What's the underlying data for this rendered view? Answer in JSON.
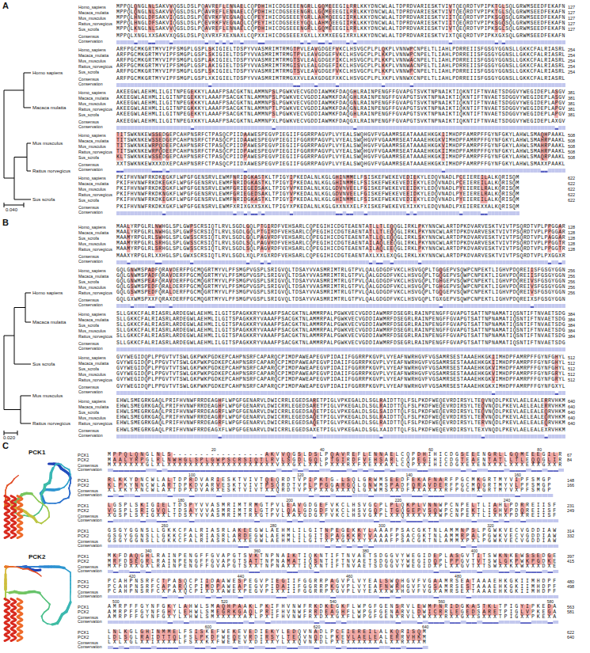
{
  "diagram": {
    "labels": [
      "A",
      "Homo sapiens",
      "Macaca mulatta",
      "Mus musculus",
      "Rattus norvegicus",
      "Sus scrofa",
      "0.040",
      "Homo_sapiens",
      "MPPQLQNGLNLSAKVVQGSLDSLPQAVREFLENNAELCQPDHIHICDGSEEENGRLLGQMEEEGILRRLKKYDNCWLALTDPRDVARIESKTVIVTQEQRDTVPIPKTGLSQLGRWMSEEDFEKAFN",
      "127",
      "Macaca_mulatta",
      "MPPQLQNGLNLSAKVVQGSLDSLPQAVREFLENNAELCQPDHIHICDGSEEENGRLLGQMEEEGILRRLKKYDNCWLALTDPRDVARIESKTVIVTQEQRDTVPIPKTGLSQLGRWMSEEDFEKAFN",
      "127",
      "Mus_musculus",
      "MPPQLHNGLDFSAKVIQGSLDSLPQEVRKFVEGNAQLCQPEYIHICDGSEEEYGRLLAHMQEEGIIRKLKKYDNCWLALTDPRDVARIESKTVIITQEQRDTVPIPKSGQSQLGRWMSEEDFEKAFN",
      "127",
      "Rattus_norvegicus",
      "MPPQLHNGLDFSAKVIQGSLDSLPQEVRKFVEGNAQLCQPEYIHICDGSEEEYGQLLAHMQEEGIIRKLKKYDNCWLALTDPRDVARIESKTVIITQEQRDTVPIPKSGQSQLGRWMSEEDFEKAFN",
      "127",
      "Sus_scrofa",
      "MPPQLKNGLNLSAKVVQGSLDSLPQAVREFLENNAELCQPDHIHICDGSEEENGRLLGQMEEEGILRRLKKYDNCWLALTDPRDVARIESKTVIVTQEQRDTVPIPKSGLSQLGRWMSEEDFEKAFN",
      "127",
      "Consensus",
      "MPPQLXNGLXXSAKVXQGSLDSLPQXVRXFXEXNAXLCQPXXIHICDGSEEEXGXLLXXMXEEGIXRXLKKYDNCWLALTDPRDVARIESKTVIXTQEQRDTVPIPKXGXSQLGRWMSEEDFEKAFN",
      "Conservation",
      "Homo_sapiens",
      "ARFPGCMKGRTMYVIPFSMGPLGSPLSKIGIELTDSPYVVASMRIMTRMGTPVLEAVGDGEFVKCLHSVGCPLPLQKPLVNNWPCNPELTLIAHLPDRREIISFGSGYGGNSLLGKKCFALRIASRL",
      "254",
      "Macaca_mulatta",
      "ARFPGCMKGRTMYVIPFSMGPLGSPLSKIGIELTDSPYVVASMRIMTRMGTPVLEAVGDGEFVKCLHSVGCPLPLKKPLVNNWPCNPELTLIAHLPDRREIISFGSGYGGNSLLGKKCFALRIASRL",
      "254",
      "Mus_musculus",
      "ARFPGCMKGRTMYVIPFSMGPLGSPLAKIGIELTDSPYVVASMRIMTRMGTSVLEALGDGEFIKCLHSVGCPLPLKKPLVNNWACNPELTLIAHLPDRREIISFGSGYGGNSLLGKKCFALRIASRL",
      "254",
      "Rattus_norvegicus",
      "ARFPGCMKGRTMYVIPFSMGPLGSPLAKIGIELTDSPYVVASMRIMTRMGISVLEALGDGEFIKCLHSVGCPLPLKKPLVNNWACNPELTLIAHLPDRREIISFGSGYGGNSLLGKKCFALRIASRL",
      "254",
      "Sus_scrofa",
      "ARFPGCMKGRTMYVIPFSMGPLGSPLSKIGIELTDSPYVVASMRIMTRMGTSVLEAVGDGEFVKCLHSVGCPLPLKKPLVNNWPCNPELTLIAHLPDRREIISFGSGYGGNSLLGKKCFALRIASRL",
      "254",
      "Consensus",
      "ARFPGCMKGRTMYVIPFSMGPLGSPLXKIGIELTDSPYVVASMRIMTRMGXXVLEAXGDGEFXKCLHSVGCPLPLXKPLVNNWXCNPELTLIAHLPDRREIISFGSGYGGNSLLGKKCFALRIASRL",
      "Conservation",
      "Homo_sapiens",
      "AKEEGWLAEHMLILGITNPEGEKKYLAAAFPSACGKTNLAMMNPSLPGWKVECVGDDIAWMKFDAQGHLRAINPENGFFGVAPGTSVKTNPNAIKTIQKNTIFTNVAETSDGGVYWEGIDEPLASGV",
      "381",
      "Macaca_mulatta",
      "AKEEGWLAEHMLILGITNPEGEKKYLAAAFPSACGKTNLAMMNPSLPGWKVECVGDDIAWMKFDAQGHLRAINPENGFFGVAPGTSVKTNPNAIKTIQKNTIFTNVAETSDGGVYWEGIDEPLASGV",
      "381",
      "Mus_musculus",
      "AKEEGWLAEHMLILGITNPEGKKKYLAAAFPSACGKTNLAMMNPSLPGWKVECVGDDIAWMKFDAQGNLRAINPENGFFGVAPGTSVKTNPNAIKTIQKNTIFTNVAETSDGGVYWEGIDEPLAPGV",
      "381",
      "Rattus_norvegicus",
      "AKEEGWLAEHMLILGITNPEGKKKYLAAAFPSACGKTNLAMMNPTLPGWKVECVGDDIAWMKFDAQGNLRAINPENGFFGVAPGTSVKTNPNAIKTIQKNTIFTNVAETSDGGVYWEGIDEPLAPGV",
      "381",
      "Sus_scrofa",
      "AKEEGWLAEHMLILGITNPEGEKKYLAAAFPSACGKTNLAMMNPSLPGWKVECVGDDIAWMKFDAQGHLRAINPENGFFGVAPGTSVKTNPNAIKTIQKNTIFTNVAETSDGGVYWEGIDEPLAPGV",
      "381",
      "Consensus",
      "AKEEGWLAEHMLILGITNPEGXKKYLAAAFPSACGKTNLAMMNPXLPGWKVECVGDDIAWMKFDAQGXLRAINPENGFFGVAPGTSVKTNPNAIKTIQKNTIFTNVAETSDGGVYWEGIDEPLAXGV",
      "Conservation",
      "Homo_sapiens",
      "TITSWKNKEWSSEDGEPCAHPNSRFCTPASQCPIIDAAWESPEGVPIEGIIFGGRRPAGVPLVYEALSWQHGVFVGAAMRSEATAAAEHKGKIIMHDPFAMRPFFGYNFGKYLAHWLSMAQHPAAKL",
      "508",
      "Macaca_mulatta",
      "TITSWKNKEWSSEDGEPCAHPNSRFCTPASQCPIIDAAWESPEGVPIEGIIFGGRRPAGVPLVYEALSWQHGVFVGAAMRSEATAAAEHKGKVIMHDPFAMRPFFGYNFGKYLAHWLSMAHRPAAKL",
      "508",
      "Mus_musculus",
      "TITSWKNKEWRPQDEEPCAHPNSRFCTPASQCPIIDPAWESPEGVPIEGIIFGGRRPAGVPLVYEALSWQHGVFVGAAMRSEATAAAEHKGKVIMHDPFAMRPFFGYNFGKYLAHWLSMAHRPAAKL",
      "508",
      "Rattus_norvegicus",
      "TITSWKNKEWRPQDEEPCAHPNSRFCTPASQCPIIDPAWESPEGVPIEGIIFGGRRPAGVPLVYEALSWQHGVFVGAAMRSEATAAAEHKGKIIMHDPFAMRPFFGYNFGKYLAHWLSMAHRPAAKL",
      "508",
      "Sus_scrofa",
      "KLTSWKNKEWSSEDGEPCAHPNSRFCTPASQCPIIDPAWESPEGVPIEGIIFGGRRPAGVPLVYEALSWQHGVFVGAAMRSEATAAAEHKGKIIMHDPFAMRPFFGYNFGKYLAHWLSMAQRPAAKL",
      "508",
      "Consensus",
      "XXTSWKNKEWXXXDXEPCAHPNSRFCTPASQCPIIDXAWESPEGVPIEGIIFGGRRPAGVPLVYEALSWQHGVFVGAAMRSEATAAAEHKGKXIMHDPFAMRPFFGYNFGKYLAHWLSMAXXPAAKL",
      "Conservation",
      "Homo_sapiens",
      "PKIFHVNWFRKDKEGKFLWPGFGENSRVLEWMFNRIDGKASTKLTPIGYIPKEDALNLKGLGHINMMELFSISKEFWEKEVEDIEKYLEDQVNADLPCEIEREILALKQRISQM",
      "622",
      "Macaca_mulatta",
      "PKIFHVNWFRKDKEGKFLWPGFGENSRVLEWMFNRIDGKASTKLTPIGYIPKEDALNLKGLGHINMMELFSISKEFWEKEVEDIEKYLEDQVNADLPCEIEREILALKQRISQM",
      "622",
      "Mus_musculus",
      "PKIFHVNWFRKDKDGKFLWPGFGENSRVLEWMFGRIEGEDSAKLTPIGYVPKEDALNLKGLGDVNVEELFGISKEFWEKEVEEIDKYLEDQVNADLPYEIERELRALKQRISQM",
      "622",
      "Rattus_norvegicus",
      "PKIFHVNWFRKDKNGKFLWPGFGENSRVLEWMFGRIEGEDSAKLTPIGYVPKEDALNLKGLGDVNVEELFGISKEFWEKEVEEIDKYLEDQVNADLPYEIERELRALKQRISQM",
      "622",
      "Sus_scrofa",
      "PKIFHVNWFRKDKEGKFLWPGFGENSRVLEWMFNRIDGKASTKLTPIGYIPKEDALNLKGLGHINMMELFSISKEFWEKEVEDIEKYLEDQVNADLPYEIEREILALKQRISQM",
      "622",
      "Consensus",
      "PKIFHVNWFRKDKXGKFLWPGFGENSRVLEWMFXRIXGXXSXKLTPIGYXPKEDALNLKGLGXXNXXELFXISKEFWEKEVEXIXKYLEDQVNADLPXEIEREXXALKQRISQM",
      "Conservation",
      "B",
      "Homo sapiens",
      "Macaca mulatta",
      "Sus scrofa",
      "Mus musculus",
      "Rattus norvegicus",
      "0.020",
      "Homo_sapiens",
      "MAALYRPGLRLNWHGLSPLGWPSCRSIQTLRVLSGDLGQLPTGIRDFVEHSARLCQPEGIHICDGTEAENTATLLTLEQQGLIRKLPKYNNCWLARTDPKDVARVESKTVIVTPSQRDTVPLPPGGAR",
      "128",
      "Macaca_mulatta",
      "MAALYRPGLRLNWHGLSPLGWPSCRSIQTLRVLSGDLGQLPTGIRDFVEHSARLCQPEGIHICDGTEAENTATLLTLEQQGLIRKLPKYNNCWLARTDPKDVARVESKTVIVTPSQRDTVPLPPGGAR",
      "128",
      "Sus_scrofa",
      "MAAMYRPGLRLSWHGLSPLGWSSCRSIQTLRVLSGDLGQLPAGVRDFVEHSARLCQPEGIHICDGTEAENTATLLQLEQQGLIRKLSKYNNCWLARTDPKDVARVESKTVIVTPSQRDTVPLPAGGAR",
      "128",
      "Mus_musculus",
      "MAAMYRPGLRLSRHGLSPLGWSSCRSIQTLRVLSGDLSQLPAGVRDFVEHSARLCQPEGIHICDGTEAENTAILAQLEEQGLIRKLPKYNNCWLARTDPKDVARVESKTVIVTPSQRDTVPLPPGGTR",
      "128",
      "Rattus_norvegicus",
      "MAAMYRPGLRLSRHGLSPLGWSSCRSIQTLRVLSGDLSQLPAGVRDFVEHSARLCQPEGIHICDGTEAENTAILAQLEEQGLIRKLPKYNNCWLARTDPKDVARVESKTVIVTPSQRDTVPLPPGGTR",
      "128",
      "Consensus",
      "MAAXYRPGLRLXXHGLSPLGWXSCRSIQTLRVLSGDLXQLPXGXRDFVEHSARLCQPEGIHICDGTEAENTAXLXXLEXQGLIRKLXKYNNCWLARTDPKDVARVESKTVIVTPSQRDTVPLPXGGXR",
      "Conservation",
      "Homo_sapiens",
      "GQLGNWMSPADFQRAVDERFPGCMQGRTMYVLPFSMGPVGSPLSRIGVQLTDSAYVVASMRIMTRLGTPVLQALGDGDFVKCLHSVGQPLTGQGEPVSQWPCNPEKTLIGHVPDQREIISFGSGYGGN",
      "256",
      "Macaca_mulatta",
      "GQLGNWMSPADFQRAVDERFPGCMQGRTMYVLPFSMGPVGSPLSRIGVQLTDSAYVVASMRIMTRLGTPVLQALGDGDFVKCLHSVGQPLTGQGEPVSQWPCNPEKTLIGHVPDQREIISFGSGYGGN",
      "256",
      "Sus_scrofa",
      "GQLGNWMSPEAFQRAVDERFPGCMQGRTMYVLPFSMGPVGSPLSRIGVQLTDSAYVVASMRIMTRLGTPVLQALGDGDFVKCLHSVGQPLTGHGEPVSQWPCNPEKTLIGHVPDQREIVSFGSGYGGN",
      "256",
      "Mus_musculus",
      "GQLGSWMSPEDFQRALDERFPGCMQGRTMYVLPFSMGPVGSPLSRIGVQLTDSAYVVASMRIMTRLGTPVLQALGDGDFVKCLHSVGQPLTGHGEPVSQWPCNPEKTLIGHVPDQREIVSFGSGYGGN",
      "256",
      "Rattus_norvegicus",
      "GQLGSWMSPEDFQRALDERFPGCMQGRTMYVLPFSMGPVGSPLSRIGVQLTDSAYVVASMRIMTRLGTPVLQALGDGDFVKCLHSVGQPLTGQGEPVSQWPCNPEKTLIGHVPDQREIVSFGSGYGGN",
      "256",
      "Consensus",
      "GQLGXWMSPXXFQRAXDERFPGCMQGRTMYVLPFSMGPVGSPLSRIGVQLTDSAYVVASMRIMTRLGTPVLQALGDGDFVKCLHSVGQPLTGXGEPVSQWPCNPEKTLIGHVPDQREIXSFGSGYGGN",
      "Conservation",
      "Homo_sapiens",
      "SLLGKKCFALRIASRLARDEGWLAEHMLILGITSPAGKKRYVAAAFPSACGKTNLAMMRPALPGWKVECVGDDIAWMRFDSEGRLRAINPENGFFGVAPGTSATTNPNAMATIQSNTIFTNVAETSDG",
      "384",
      "Macaca_mulatta",
      "SLLGKKCFALRIASRLARDEGWLAEHMLILGITSPAGKKRYVAAAFPSACGKTNLAMMRPALPGWKVECVGDDIAWMRFDSEGRLRAINPENGFFGVAPGTSATTNPNAMATIQSNTIFTNVAETSDG",
      "384",
      "Sus_scrofa",
      "SLLGKKCFALRIASRLARDEGWLAEHMLILGITSPAGKKRYVAAAFPSACGKTNLAMMRPALPGWKVECVGDDIAWMRFDSEGRLRAINPENGFFGVAPGTSATTNPNAMATIQSNTIFTNVAETSDG",
      "384",
      "Mus_musculus",
      "SLLGKKCFALRIASRLARDEGWLAEHMLILGITSPAGKKRYVAAAFPSACGKTNLAMMRPALPGWKVECVGDDIAWMRFDSEGRLRAINPENGFFGVAPGTSATTNPNAMATIQSNTIFTNVAETSDG",
      "384",
      "Rattus_norvegicus",
      "SLLGKKCFALRIASRLARDEGWLAEHMLILGITSPAGKKRYVAAAFPSACGKTNLAMMRPALPGWKVECVGDDIAWMRFDSEGRLRAINPENGFFGVAPGTSATTNPNAMATIQSNTIFTNVAETSDG",
      "384",
      "Consensus",
      "SLLGKKCFALRIASRLARDEGWLAEHMLILGITSPAGKKRYVAAAFPSACGKTNLAMMRPALPGWKVECVGDDIAWMRFDSEGRLRAINPENGFFGVAPGTSATTNPNAMATIQSNTIFTNVAETSDG",
      "Conservation",
      "Homo_sapiens",
      "GVYWEGIDQPLPPGVTVTSWLGKPWKPGDKEPCAHPNSRFCAPARQCPIMDPAWEAPEGVPIDAIIFGGRRPKGVPLVYEAFNWRHGVFVGSAMRSESTAAAEHKGKIIMHDPFAMRPFFGYNFGHYL",
      "512",
      "Macaca_mulatta",
      "GVYWEGIDQPLPPGVTVTSWLGKPWKPGDKEPCAHPNSRFCAPARQCPIMDPAWEAPEGVPIDAIIFGGRRPKGVPLVYEAFNWRHGVFVGSAMRSESTAAAEHKGKIIMHDPFAMRPFFGYNFGHYL",
      "512",
      "Sus_scrofa",
      "GVYWEGIDQPLPPGVTVTSWLGKPWKPGDKEPCAHPNSRFCAPARQCPIMDPAWEAPEGVPIDAIIFGGRRPKGVPLVYEAFNWRHGVFVGSAMRSESTAAAEHKGKVIMHDPFAMRPFFGYNFGHYL",
      "512",
      "Mus_musculus",
      "GVYWEGIDQPLPPGVTVTSWLGKPWKPGDKEPCAHPNSRFCAPARQCPIMDPAWEAPEGVPIDAIIFGGRRPKGVPLVYEAFNWRHGVFVGSAMRSESTAAAEHKGKVIMHDPFAMRPFFGYNFGRYL",
      "512",
      "Rattus_norvegicus",
      "GVYWEGIDQPLPPGVTVTSWLGKPWKPGDKEPCAHPNSRFCAPARQCPIMDPAWEAPEGVPIDAIIFGGRRPKGVPLVYEAFNWRHGVFVGSAMRSESTAAAEHKGKVIMHDPFAMRPFFGYNFGRYL",
      "512",
      "Consensus",
      "GVYWEGIDQPLPPGVTVTSWLGKPWKPGDKEPCAHPNSRFCAPARQCPIMDPAWEAPEGVPIDAIIFGGRRPKGVPLVYEAFNWRHGVFVGSAMRSESTAAAEHKGKXIMHDPFAMRPFFGYNFGXYL",
      "Conservation",
      "Homo_sapiens",
      "EHWLSMEGRKGAQLPRIFHVNWFRRDEAGHFLWPGFGENARVLDWICRRLEGEDSARETPIGLVPKEGALDLSGLRAIDTTQLFSLPKDFWEQEVRDIRSYLTEQVNQDLPKEVLAELEALERRVHKM",
      "640",
      "Macaca_mulatta",
      "EHWLSMEGRKGAQLPRIFHVNWFRRDEAGHFLWPGFGENARVLDWICRRLEGEDSARETPIGLVPKEGALDLSGLRAIDTTQLFSLPKDFWEQEVRDIRSYLTEQVNQDLPKEVLAELEALERRVHKM",
      "640",
      "Sus_scrofa",
      "EHWLSMEGRKGAQLPRIFHVNWFRRDEAGRFLWPGFGENARVLDWICRRLEGEDSAQETPIGLVPKEGALDLSGLSAIDTTQLFSLPKDFWEQEVRDIRSYLTEQVNQDLPKEVLAELEALEQRVHKM",
      "640",
      "Mus_musculus",
      "EHWLSMEGRKGAQLPRIFHVNWFRRDEAGRFLWPGFGENARVLDWICRRLEGEDSAQETPIGLVPKEGALDLSGLRAIDTTQLFSLPKDFWEQEVRDIRSYLTERVNQDLPKEVLAELEALEQRVHKM",
      "640",
      "Rattus_norvegicus",
      "EHWLSMEGRKGAQLPRIFHVNWFRRDEAGRFLWPGFGENARVLDWICRRLEGEDSAQETPIGLVPKEGALDLSGLRAIDTTQLFSLPKDFWEQEVRDIRSYLTERVNQDLPKEVLAELEALEQRVHKM",
      "640",
      "Consensus",
      "EHWLSMEGRKGAQLPRIFHVNWFRRDEAGXFLWPGFGENARVLDWICRRLEGEDSAXETPIGLVPKEGALDLSGLXAIDTTQLFSLPKDFWEQEVRDIRSYLTEXVNQDLPKEVLAELEALEXRVHKM",
      "Conservation",
      "C",
      "PCK1",
      "PCK2",
      "20",
      "40",
      "60",
      "80",
      "PCK1",
      "MPPQLQNGLNLS-----------------AKVVQGSLDSLPQAVREFLENNAELCQPDHIHICDGSEEENGRLLGQMEEEGILR",
      "67",
      "PCK2",
      "MAALYRPGLRLNWHGLSPLGWPSCRSIQTLRVLSGDLGQLPTGIRDFVEHSARLCQPEGIHICDGTEAENTATLLTLEQQGLIR",
      "84",
      "Consensus",
      "MXXXXXXGLXLXXXXXXXXXXXXXXXXXXXXVXXGXLXXLPXXXRXFXEXXAXLCQPXXIHICDGXEXENXXXLXXXEXXGXXR",
      "Conservation",
      "100",
      "120",
      "140",
      "160",
      "PCK1",
      "RLKKYDNCWLALTDPRDVARIESKTVIVTQEQRDTVPIPKTG-LSQLGRWMSEEDFEKAFNARFPGCMKGRTMYVIPFSMGP",
      "148",
      "PCK2",
      "KLPKYNNCWLARTDPKDVARVESKTVIVTPSQRDTVPLPPGGARGQLGNWMSPADFQRAVDERFPGCMQGRTMYVLPFSMGP",
      "166",
      "Consensus",
      "XLXKYXNCWLAXTDPXDVARXESKTVIVTXXQRDTVPXPXXGXXXQLGXWMSXXDFXXAXXXRFPGCMXGRTMYVXPFSMGP",
      "Conservation",
      "180",
      "200",
      "220",
      "240",
      "PCK1",
      "LGSPLSKIGIELTDSPYVVASMRIMTRMGTPVLEAVGDGEFVKCLHSVGCPLPLQKPLVNNWPCNPELTLIAHLPDRREIISF",
      "231",
      "PCK2",
      "VGSPLSRIGVQLTDSAYVVASMRIMTRLGTPVLQALGDGDFVKCLHSVGQPLTGQGEPVSQWPCNPEKTLIGHVPDQREIISF",
      "249",
      "Consensus",
      "XGSPLSXIGXXLTDSXYVVASMRIMTRXGTPVLXAXGDGXFVKCLHSVGXPLXXQXXXVXXWPCNPEXTLIXHXPDXREIISF",
      "Conservation",
      "260",
      "280",
      "300",
      "320",
      "PCK1",
      "GSGYGGNSLLGKKCFALRIASRLAKEEGWLAEHMLILGITNPEGEKKYLAAAFPSACGKTNLAMMNPSLPGWKVECVGDDIAW",
      "314",
      "PCK2",
      "GSGYGGNSLLGKKCFALRIASRLARDEGWLAEHMLILGITSPAGKKRYVAAAFPSACGKTNLAMMRPALPGWKVECVGDDIAW",
      "332",
      "Consensus",
      "GSGYGGNSLLGKKCFALRIASRLAXXEGWLAEHMLILGITXPXGXKXYXAAAFPSACGKTNLAMMXPXLPGWKVECVGDDIAW",
      "Conservation",
      "340",
      "360",
      "380",
      "400",
      "PCK1",
      "MKFDAQGHLRAINPENGFFGVAPGTSVKTNPNAIKTIQKNTIFTNVAETSDGGVYWEGIDEPLASGVTITSWKNKEWSSEDGE",
      "397",
      "PCK2",
      "MRFDSEGRLRAINPENGFFGVAPGTSATTNPNAMATIQSNTIFTNVAETSDGGVYWEGIDQPLPPGVTVTSWLGKPWKPGDKE",
      "415",
      "Consensus",
      "MXFDXXGXLRAINPENGFFGVAPGTSXXTNPNAXXTIQXNTIFTNVAETSDGGVYWEGIDXPLXXGVTXTSWXXKXWXXXDXE",
      "Conservation",
      "420",
      "440",
      "460",
      "480",
      "PCK1",
      "PCAHPNSRFCTPASQCPIIDAAWESPEGVPIEGIIFGGRRPAGVPLVYEALSWQHGVFVGAAMRSEATAAAEHKGKIIMHDPF",
      "480",
      "PCK2",
      "PCAHPNSRFCAPARQCPIMDPAWEAPEGVPIDAIIFGGRRPKGVPLVYEAFNWRHGVFVGSAMRSESTAAAEHKGKIIMHDPF",
      "498",
      "Consensus",
      "PCAHPNSRFCXPAXQCPIXDXAWEXPEGVPIXXIIFGGRRPXGVPLVYEAXXWXHGVFVGXAMRSEXTAAAEHKGKIIMHDPF",
      "Conservation",
      "500",
      "520",
      "540",
      "560",
      "580",
      "PCK1",
      "AMRPFFGYNFGKYLAHWLSMAQHPAAKLPKIFHVNWFRKDKEGKFLWPGFGENSRVLEWMFNRIDGKASTKLTPIGYIPKEDA",
      "563",
      "PCK2",
      "AMRPFFGYNFGHYLEHWLSMEGRKGAQLPRIFHVNWFRRDEAGHFLWPGFGENARVLDWICRRLEGEDSARETPIGLVPKEGA",
      "581",
      "Consensus",
      "AMRPFFGYNFGXYLXHWLSMXXXXXAXLPXIFHVNWFRXDXXGXFLWPGFGENXRVLXWXXXRXXGXXSXXXTPIGXXPKEXA",
      "Conservation",
      "600",
      "620",
      "640",
      "PCK1",
      "LNLKGLGHINMMELFSISKEFWEKEVEDIEKYLEDQVNADLPCEIEREILALKQRISQM",
      "622",
      "PCK2",
      "LDLSGLRAIDTTQLFSLPKDFWEQEVRDIRSYLTEQVNQDLPKEVLAELEALERRVHKM",
      "640",
      "Consensus",
      "LXLXGLXXIXXXXLFSXXKXFWEXEVXDIXXYLXXQVNXDLPXEXXXXXXALXXRXXXM",
      "Conservation"
    ]
  }
}
